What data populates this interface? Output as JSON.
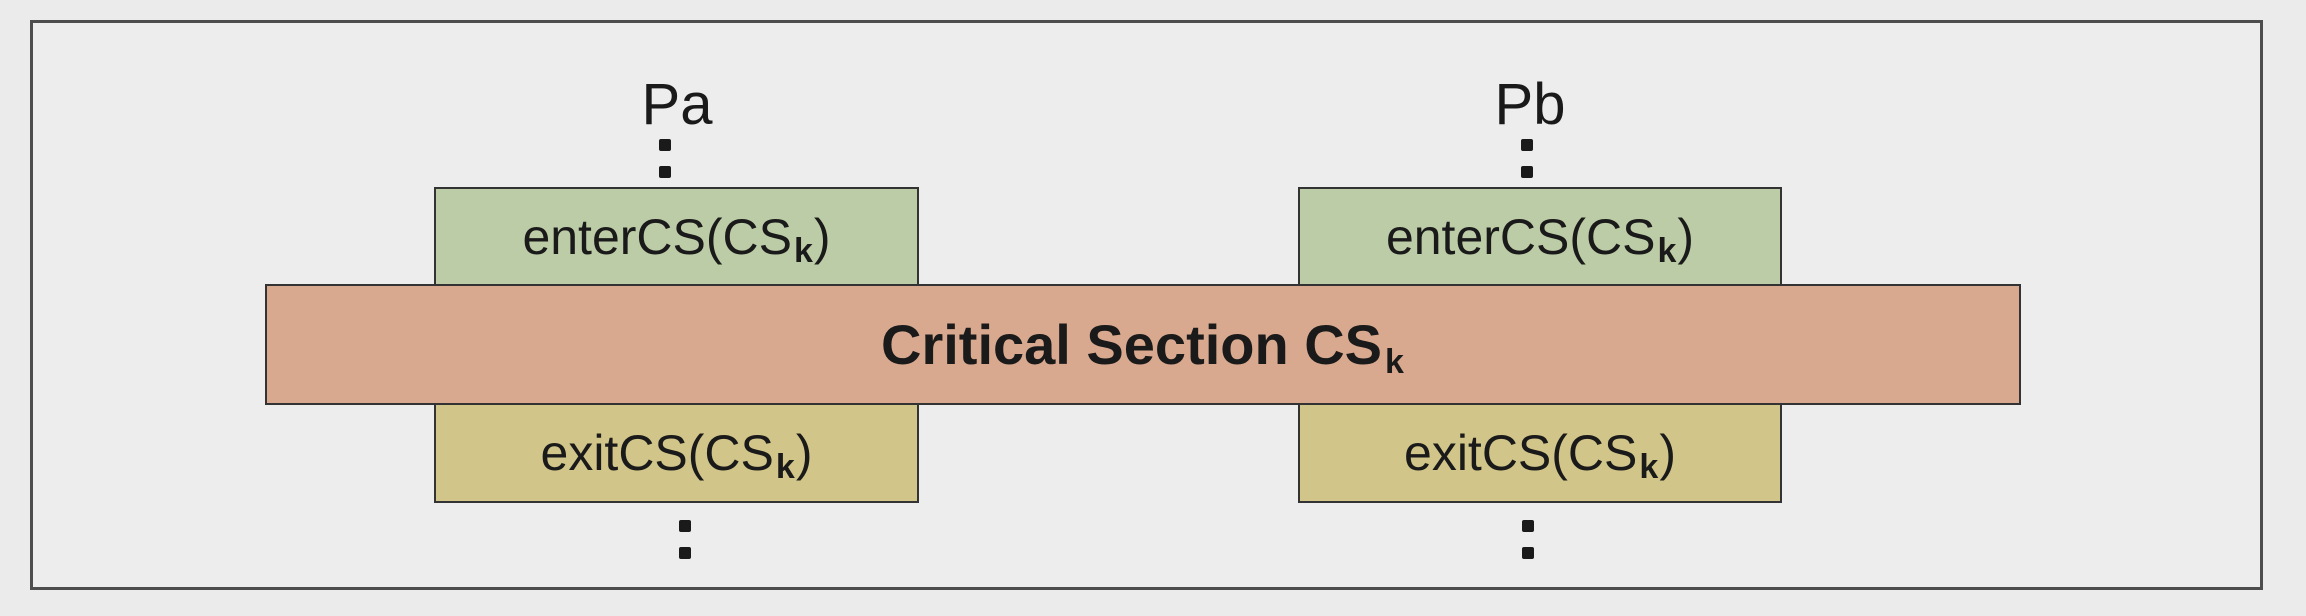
{
  "processes": [
    {
      "name": "Pa",
      "enter": {
        "text": "enterCS(CS",
        "sub": "k",
        "close": ")"
      },
      "exit": {
        "text": "exitCS(CS",
        "sub": "k",
        "close": ")"
      }
    },
    {
      "name": "Pb",
      "enter": {
        "text": "enterCS(CS",
        "sub": "k",
        "close": ")"
      },
      "exit": {
        "text": "exitCS(CS",
        "sub": "k",
        "close": ")"
      }
    }
  ],
  "critical_section": {
    "text": "Critical Section CS",
    "sub": "k"
  },
  "colors": {
    "enter_fill": "#bccca6",
    "exit_fill": "#d2c589",
    "critical_section_fill": "#d9a98f",
    "frame_border": "#4d4d4d"
  }
}
